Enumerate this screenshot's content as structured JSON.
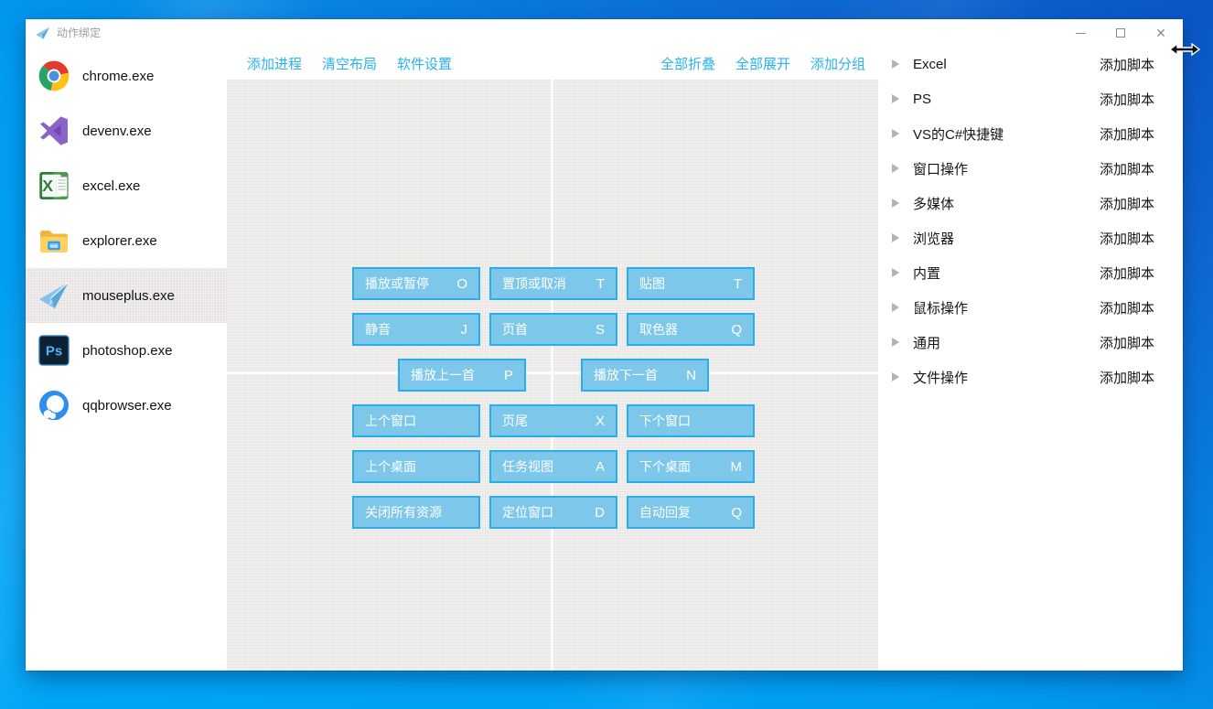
{
  "window": {
    "title": "动作绑定",
    "controls": {
      "minimize": "minimize",
      "maximize": "maximize",
      "close": "✕"
    }
  },
  "sidebar": {
    "items": [
      {
        "label": "chrome.exe",
        "icon": "chrome-icon",
        "selected": false
      },
      {
        "label": "devenv.exe",
        "icon": "visual-studio-icon",
        "selected": false
      },
      {
        "label": "excel.exe",
        "icon": "excel-icon",
        "selected": false
      },
      {
        "label": "explorer.exe",
        "icon": "explorer-icon",
        "selected": false
      },
      {
        "label": "mouseplus.exe",
        "icon": "paper-plane-icon",
        "selected": true
      },
      {
        "label": "photoshop.exe",
        "icon": "photoshop-icon",
        "selected": false
      },
      {
        "label": "qqbrowser.exe",
        "icon": "qqbrowser-icon",
        "selected": false
      }
    ]
  },
  "toolbar": {
    "left": [
      "添加进程",
      "清空布局",
      "软件设置"
    ],
    "right": [
      "全部折叠",
      "全部展开",
      "添加分组"
    ]
  },
  "canvas": {
    "rows": [
      {
        "offset": false,
        "cells": [
          {
            "label": "播放或暂停",
            "key": "O"
          },
          {
            "label": "置顶或取消",
            "key": "T"
          },
          {
            "label": "贴图",
            "key": "T"
          }
        ]
      },
      {
        "offset": false,
        "cells": [
          {
            "label": "静音",
            "key": "J"
          },
          {
            "label": "页首",
            "key": "S"
          },
          {
            "label": "取色器",
            "key": "Q"
          }
        ]
      },
      {
        "offset": true,
        "cells": [
          {
            "label": "播放上一首",
            "key": "P"
          },
          {
            "label": "播放下一首",
            "key": "N"
          }
        ]
      },
      {
        "offset": false,
        "cells": [
          {
            "label": "上个窗口",
            "key": ""
          },
          {
            "label": "页尾",
            "key": "X"
          },
          {
            "label": "下个窗口",
            "key": ""
          }
        ]
      },
      {
        "offset": false,
        "cells": [
          {
            "label": "上个桌面",
            "key": ""
          },
          {
            "label": "任务视图",
            "key": "A"
          },
          {
            "label": "下个桌面",
            "key": "M"
          }
        ]
      },
      {
        "offset": false,
        "cells": [
          {
            "label": "关闭所有资源",
            "key": ""
          },
          {
            "label": "定位窗口",
            "key": "D"
          },
          {
            "label": "自动回复",
            "key": "Q"
          }
        ]
      }
    ]
  },
  "groups": {
    "add_script_label": "添加脚本",
    "items": [
      "Excel",
      "PS",
      "VS的C#快捷键",
      "窗口操作",
      "多媒体",
      "浏览器",
      "内置",
      "鼠标操作",
      "通用",
      "文件操作"
    ]
  },
  "colors": {
    "accent": "#29b2f0",
    "button_fill": "#7dc8ea",
    "button_border": "#2aaeeb",
    "canvas_bg": "#f1f0ef",
    "desktop_bright": "#00a6f6",
    "desktop_dark": "#0b55c6"
  }
}
